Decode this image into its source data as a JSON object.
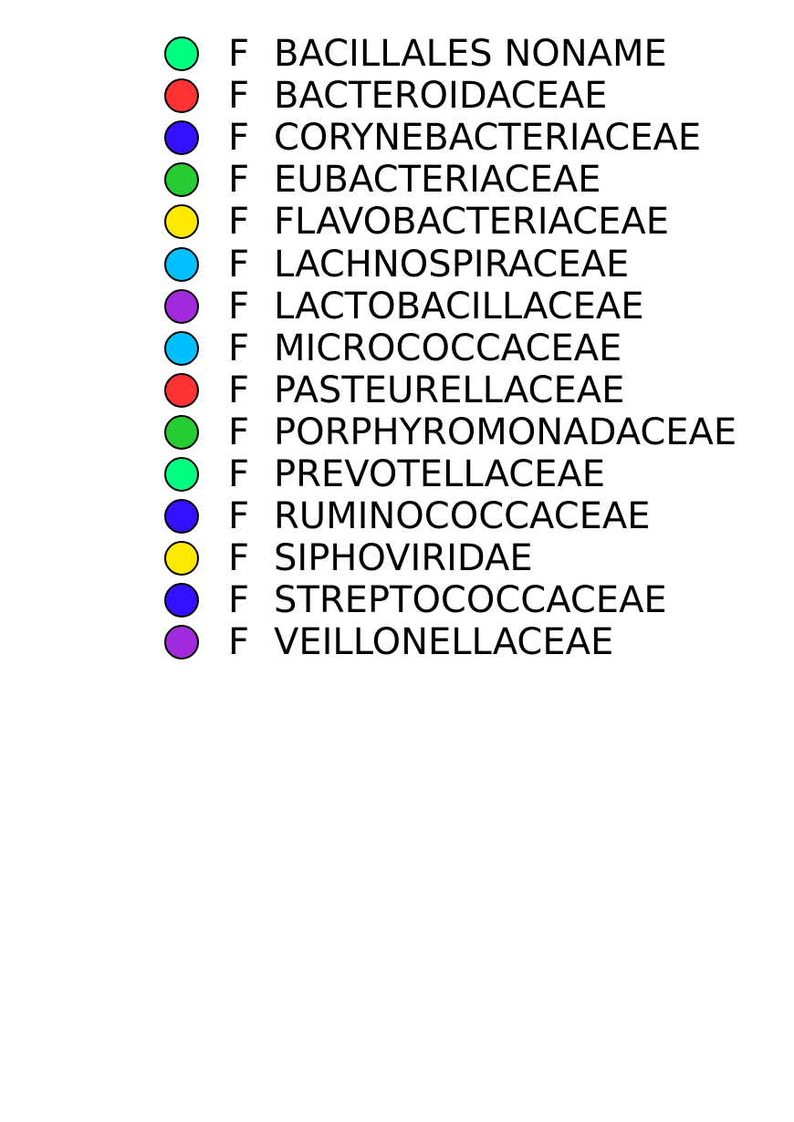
{
  "chart_data": {
    "type": "legend",
    "entries": [
      {
        "rank": "F",
        "label": "BACILLALES NONAME",
        "color": "#00FF80"
      },
      {
        "rank": "F",
        "label": "BACTEROIDACEAE",
        "color": "#FF3333"
      },
      {
        "rank": "F",
        "label": "CORYNEBACTERIACEAE",
        "color": "#3311FF"
      },
      {
        "rank": "F",
        "label": "EUBACTERIACEAE",
        "color": "#27CC33"
      },
      {
        "rank": "F",
        "label": "FLAVOBACTERIACEAE",
        "color": "#FFE800"
      },
      {
        "rank": "F",
        "label": "LACHNOSPIRACEAE",
        "color": "#00BFFF"
      },
      {
        "rank": "F",
        "label": "LACTOBACILLACEAE",
        "color": "#A229DC"
      },
      {
        "rank": "F",
        "label": "MICROCOCCACEAE",
        "color": "#00BFFF"
      },
      {
        "rank": "F",
        "label": "PASTEURELLACEAE",
        "color": "#FF3333"
      },
      {
        "rank": "F",
        "label": "PORPHYROMONADACEAE",
        "color": "#27CC33"
      },
      {
        "rank": "F",
        "label": "PREVOTELLACEAE",
        "color": "#00FF80"
      },
      {
        "rank": "F",
        "label": "RUMINOCOCCACEAE",
        "color": "#3311FF"
      },
      {
        "rank": "F",
        "label": "SIPHOVIRIDAE",
        "color": "#FFE800"
      },
      {
        "rank": "F",
        "label": "STREPTOCOCCACEAE",
        "color": "#3311FF"
      },
      {
        "rank": "F",
        "label": "VEILLONELLACEAE",
        "color": "#A229DC"
      }
    ]
  }
}
